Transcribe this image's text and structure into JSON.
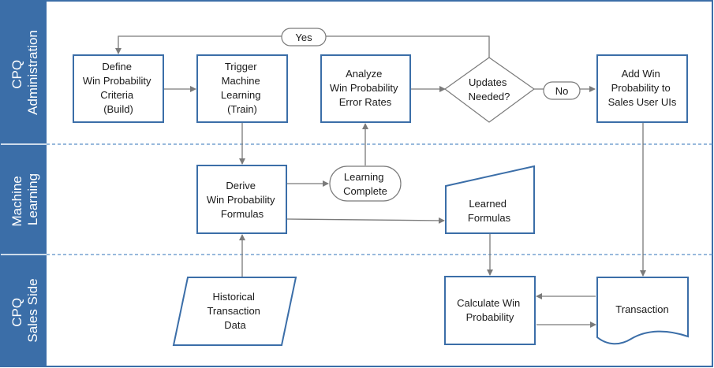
{
  "lanes": {
    "admin": [
      "CPQ",
      "Administration"
    ],
    "ml": [
      "Machine",
      "Learning"
    ],
    "sales": [
      "CPQ",
      "Sales Side"
    ]
  },
  "nodes": {
    "define": [
      "Define",
      "Win Probability",
      "Criteria",
      "(Build)"
    ],
    "trigger": [
      "Trigger",
      "Machine",
      "Learning",
      "(Train)"
    ],
    "analyze": [
      "Analyze",
      "Win Probability",
      "Error Rates"
    ],
    "updates": [
      "Updates",
      "Needed?"
    ],
    "add": [
      "Add Win",
      "Probability to",
      "Sales User UIs"
    ],
    "derive": [
      "Derive",
      "Win Probability",
      "Formulas"
    ],
    "learning_complete": [
      "Learning",
      "Complete"
    ],
    "learned": [
      "Learned",
      "Formulas"
    ],
    "historical": [
      "Historical",
      "Transaction",
      "Data"
    ],
    "calculate": [
      "Calculate Win",
      "Probability"
    ],
    "transaction": [
      "Transaction"
    ]
  },
  "labels": {
    "yes": "Yes",
    "no": "No"
  },
  "colors": {
    "lane_bar": "#3b6ea8",
    "box_stroke": "#3b6ea8",
    "connector": "#7a7a7a",
    "lane_divider": "#5b8fc7"
  }
}
